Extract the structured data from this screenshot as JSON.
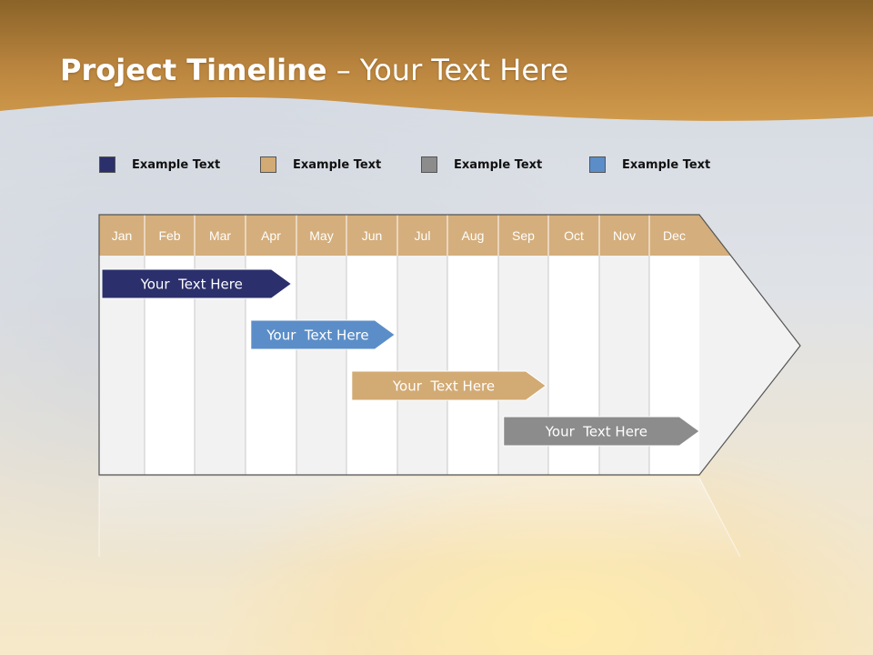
{
  "slide": {
    "title_bold": "Project Timeline",
    "title_rest": " – Your Text Here"
  },
  "colors": {
    "banner": "#c08a3e",
    "navy": "#2b2f6b",
    "tan": "#d2aa74",
    "gray": "#8c8c8c",
    "blue": "#5b8ec8",
    "header": "#d4ae7c"
  },
  "legend": [
    {
      "label": "Example Text",
      "color": "#2b2f6b"
    },
    {
      "label": "Example Text",
      "color": "#d2aa74"
    },
    {
      "label": "Example Text",
      "color": "#8c8c8c"
    },
    {
      "label": "Example Text",
      "color": "#5b8ec8"
    }
  ],
  "months": [
    "Jan",
    "Feb",
    "Mar",
    "Apr",
    "May",
    "Jun",
    "Jul",
    "Aug",
    "Sep",
    "Oct",
    "Nov",
    "Dec"
  ],
  "tasks": [
    {
      "label": "Your  Text Here",
      "color": "#2b2f6b",
      "start_month": 0.0,
      "end_month": 3.9
    },
    {
      "label": "Your  Text Here",
      "color": "#5b8ec8",
      "start_month": 3.05,
      "end_month": 5.95
    },
    {
      "label": "Your  Text Here",
      "color": "#d2aa74",
      "start_month": 5.05,
      "end_month": 8.95
    },
    {
      "label": "Your  Text Here",
      "color": "#8c8c8c",
      "start_month": 8.05,
      "end_month": 12.0
    }
  ]
}
